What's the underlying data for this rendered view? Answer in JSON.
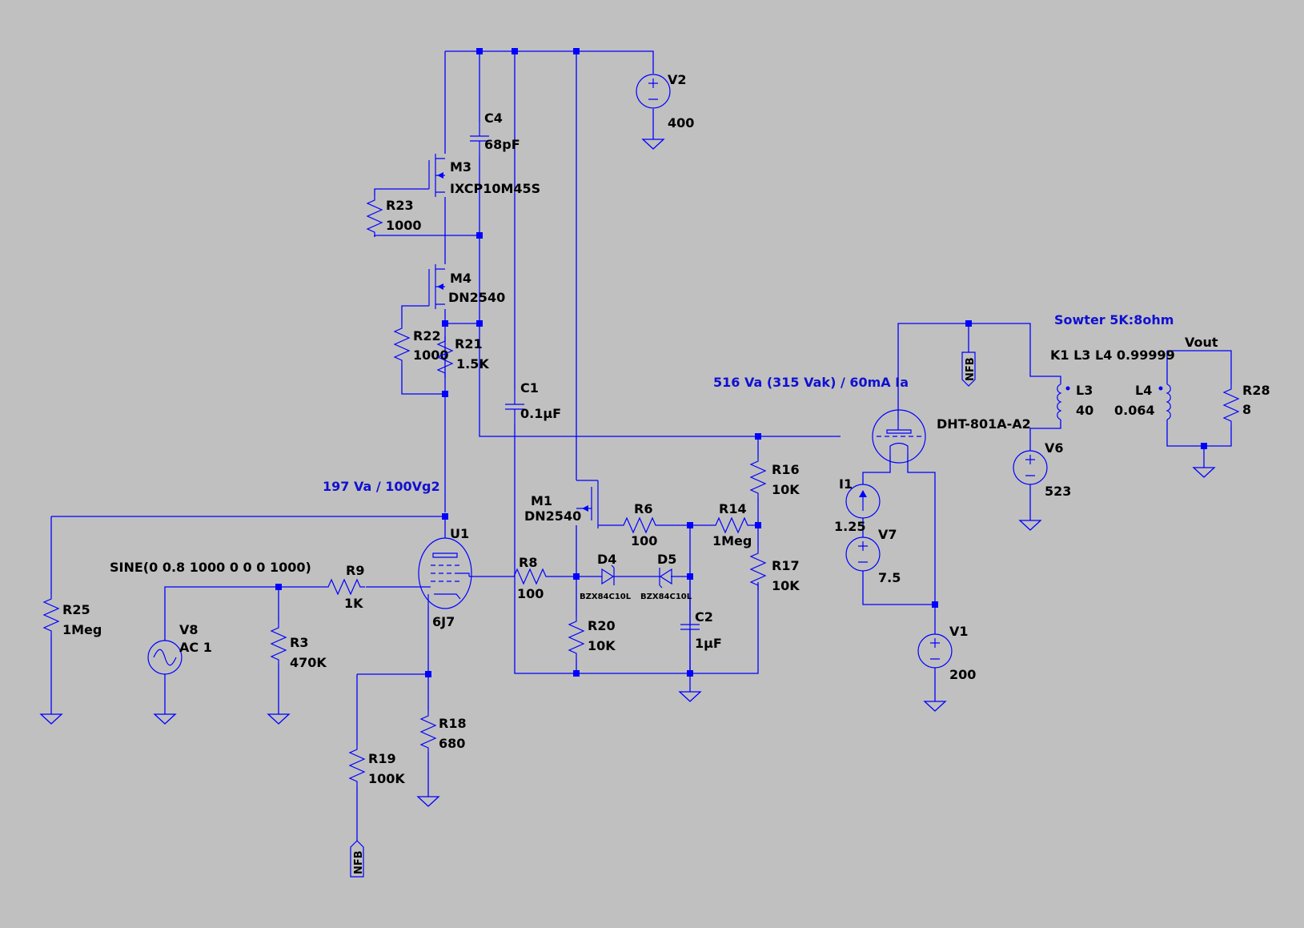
{
  "components": {
    "V2": {
      "name": "V2",
      "value": "400"
    },
    "C4": {
      "name": "C4",
      "value": "68pF"
    },
    "M3": {
      "name": "M3",
      "value": "IXCP10M45S"
    },
    "R23": {
      "name": "R23",
      "value": "1000"
    },
    "M4": {
      "name": "M4",
      "value": "DN2540"
    },
    "R22": {
      "name": "R22",
      "value": "1000"
    },
    "R21": {
      "name": "R21",
      "value": "1.5K"
    },
    "C1": {
      "name": "C1",
      "value": "0.1µF"
    },
    "M1": {
      "name": "M1",
      "value": "DN2540"
    },
    "R6": {
      "name": "R6",
      "value": "100"
    },
    "R14": {
      "name": "R14",
      "value": "1Meg"
    },
    "R16": {
      "name": "R16",
      "value": "10K"
    },
    "R17": {
      "name": "R17",
      "value": "10K"
    },
    "U1": {
      "name": "U1",
      "value": "6J7"
    },
    "R8": {
      "name": "R8",
      "value": "100"
    },
    "D4": {
      "name": "D4",
      "value": "BZX84C10L"
    },
    "D5": {
      "name": "D5",
      "value": "BZX84C10L"
    },
    "R20": {
      "name": "R20",
      "value": "10K"
    },
    "C2": {
      "name": "C2",
      "value": "1µF"
    },
    "R9": {
      "name": "R9",
      "value": "1K"
    },
    "R3": {
      "name": "R3",
      "value": "470K"
    },
    "V8": {
      "name": "V8",
      "value": "AC 1",
      "spec": "SINE(0 0.8 1000 0 0 0 1000)"
    },
    "R25": {
      "name": "R25",
      "value": "1Meg"
    },
    "R18": {
      "name": "R18",
      "value": "680"
    },
    "R19": {
      "name": "R19",
      "value": "100K"
    },
    "DHT": {
      "value": "DHT-801A-A2"
    },
    "I1": {
      "name": "I1",
      "value": "1.25"
    },
    "V7": {
      "name": "V7",
      "value": "7.5"
    },
    "V1": {
      "name": "V1",
      "value": "200"
    },
    "L3": {
      "name": "L3",
      "value": "40"
    },
    "V6": {
      "name": "V6",
      "value": "523"
    },
    "L4": {
      "name": "L4",
      "value": "0.064"
    },
    "R28": {
      "name": "R28",
      "value": "8"
    }
  },
  "net_labels": {
    "nfb": "NFB",
    "vout": "Vout"
  },
  "directives": {
    "coupling": "K1 L3 L4 0.99999"
  },
  "annotations": {
    "driver_op": "197 Va / 100Vg2",
    "output_op": "516 Va (315 Vak) / 60mA Ia",
    "transformer": "Sowter 5K:8ohm"
  },
  "colors": {
    "background": "#c0c0c0",
    "wire": "#0000ff",
    "label": "#000000",
    "annotation": "#1010d0"
  }
}
